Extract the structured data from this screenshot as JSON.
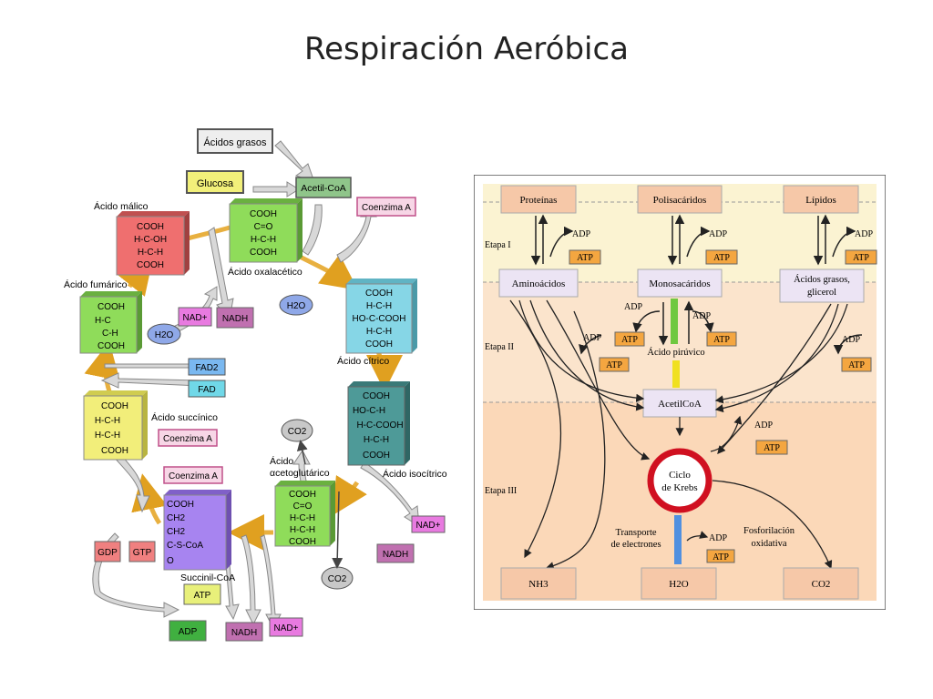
{
  "slide": {
    "title": "Respiración Aeróbica"
  },
  "krebs": {
    "inputs": {
      "fatty_acids": "Ácidos grasos",
      "glucose": "Glucosa",
      "acetyl_coa": "Acetil-CoA"
    },
    "molecules": {
      "malic": {
        "label": "Ácido málico",
        "lines": [
          "COOH",
          "H-C-OH",
          "H-C-H",
          "COOH"
        ],
        "color": "#ef6f6f"
      },
      "oxaloacetic": {
        "label": "Ácido oxalacético",
        "lines": [
          "COOH",
          "C=O",
          "H-C-H",
          "COOH"
        ],
        "color": "#8fdc5a"
      },
      "fumaric": {
        "label": "Ácido fumárico",
        "lines": [
          "COOH",
          "H-C",
          "C-H",
          "COOH"
        ],
        "color": "#8fdc5a"
      },
      "citric": {
        "label": "Ácido cítrico",
        "lines": [
          "COOH",
          "H-C-H",
          "HO-C-COOH",
          "H-C-H",
          "COOH"
        ],
        "color": "#86d6e6"
      },
      "succinic": {
        "label": "Ácido succínico",
        "lines": [
          "COOH",
          "H-C-H",
          "H-C-H",
          "COOH"
        ],
        "color": "#f2ee7a"
      },
      "isocitric": {
        "label": "Ácido isocítrico",
        "lines": [
          "COOH",
          "HO-C-H",
          "H-C-COOH",
          "H-C-H",
          "COOH"
        ],
        "color": "#4e9a98"
      },
      "ketoglutaric": {
        "label_lines": [
          "Ácido",
          "αcetoglutárico"
        ],
        "lines": [
          "COOH",
          "C=O",
          "H-C-H",
          "H-C-H",
          "COOH"
        ],
        "color": "#8fdc5a"
      },
      "succinyl": {
        "label": "Succinil-CoA",
        "lines": [
          "COOH",
          "CH2",
          "CH2",
          "C-S-CoA",
          "O"
        ],
        "color": "#a784f0"
      }
    },
    "tags": {
      "coenzima_a_top": "Coenzima A",
      "coenzima_a_mid": "Coenzima A",
      "coenzima_a_low": "Coenzima A",
      "nad_plus_1": "NAD+",
      "nadh_1": "NADH",
      "h2o_1": "H2O",
      "h2o_2": "H2O",
      "fad2": "FAD2",
      "fad": "FAD",
      "co2_1": "CO2",
      "co2_2": "CO2",
      "nad_plus_2": "NAD+",
      "nadh_2": "NADH",
      "gdp": "GDP",
      "gtp": "GTP",
      "atp": "ATP",
      "adp": "ADP",
      "nadh_3": "NADH",
      "nad_plus_3": "NAD+"
    }
  },
  "overview": {
    "stages": [
      "Etapa I",
      "Etapa II",
      "Etapa III"
    ],
    "sources": [
      "Proteínas",
      "Polisacáridos",
      "Lípidos"
    ],
    "monomers": [
      "Aminoácidos",
      "Monosacáridos",
      "Ácidos grasos, glicerol"
    ],
    "pyruvate": "Ácido pirúvico",
    "acetyl_coa": "AcetilCoA",
    "krebs_cycle": [
      "Ciclo",
      "de Krebs"
    ],
    "electron_transport": [
      "Transporte",
      "de electrones"
    ],
    "oxidative_phosphorylation": [
      "Fosforilación",
      "oxidativa"
    ],
    "adp": "ADP",
    "atp": "ATP",
    "products": [
      "NH3",
      "H2O",
      "CO2"
    ]
  }
}
